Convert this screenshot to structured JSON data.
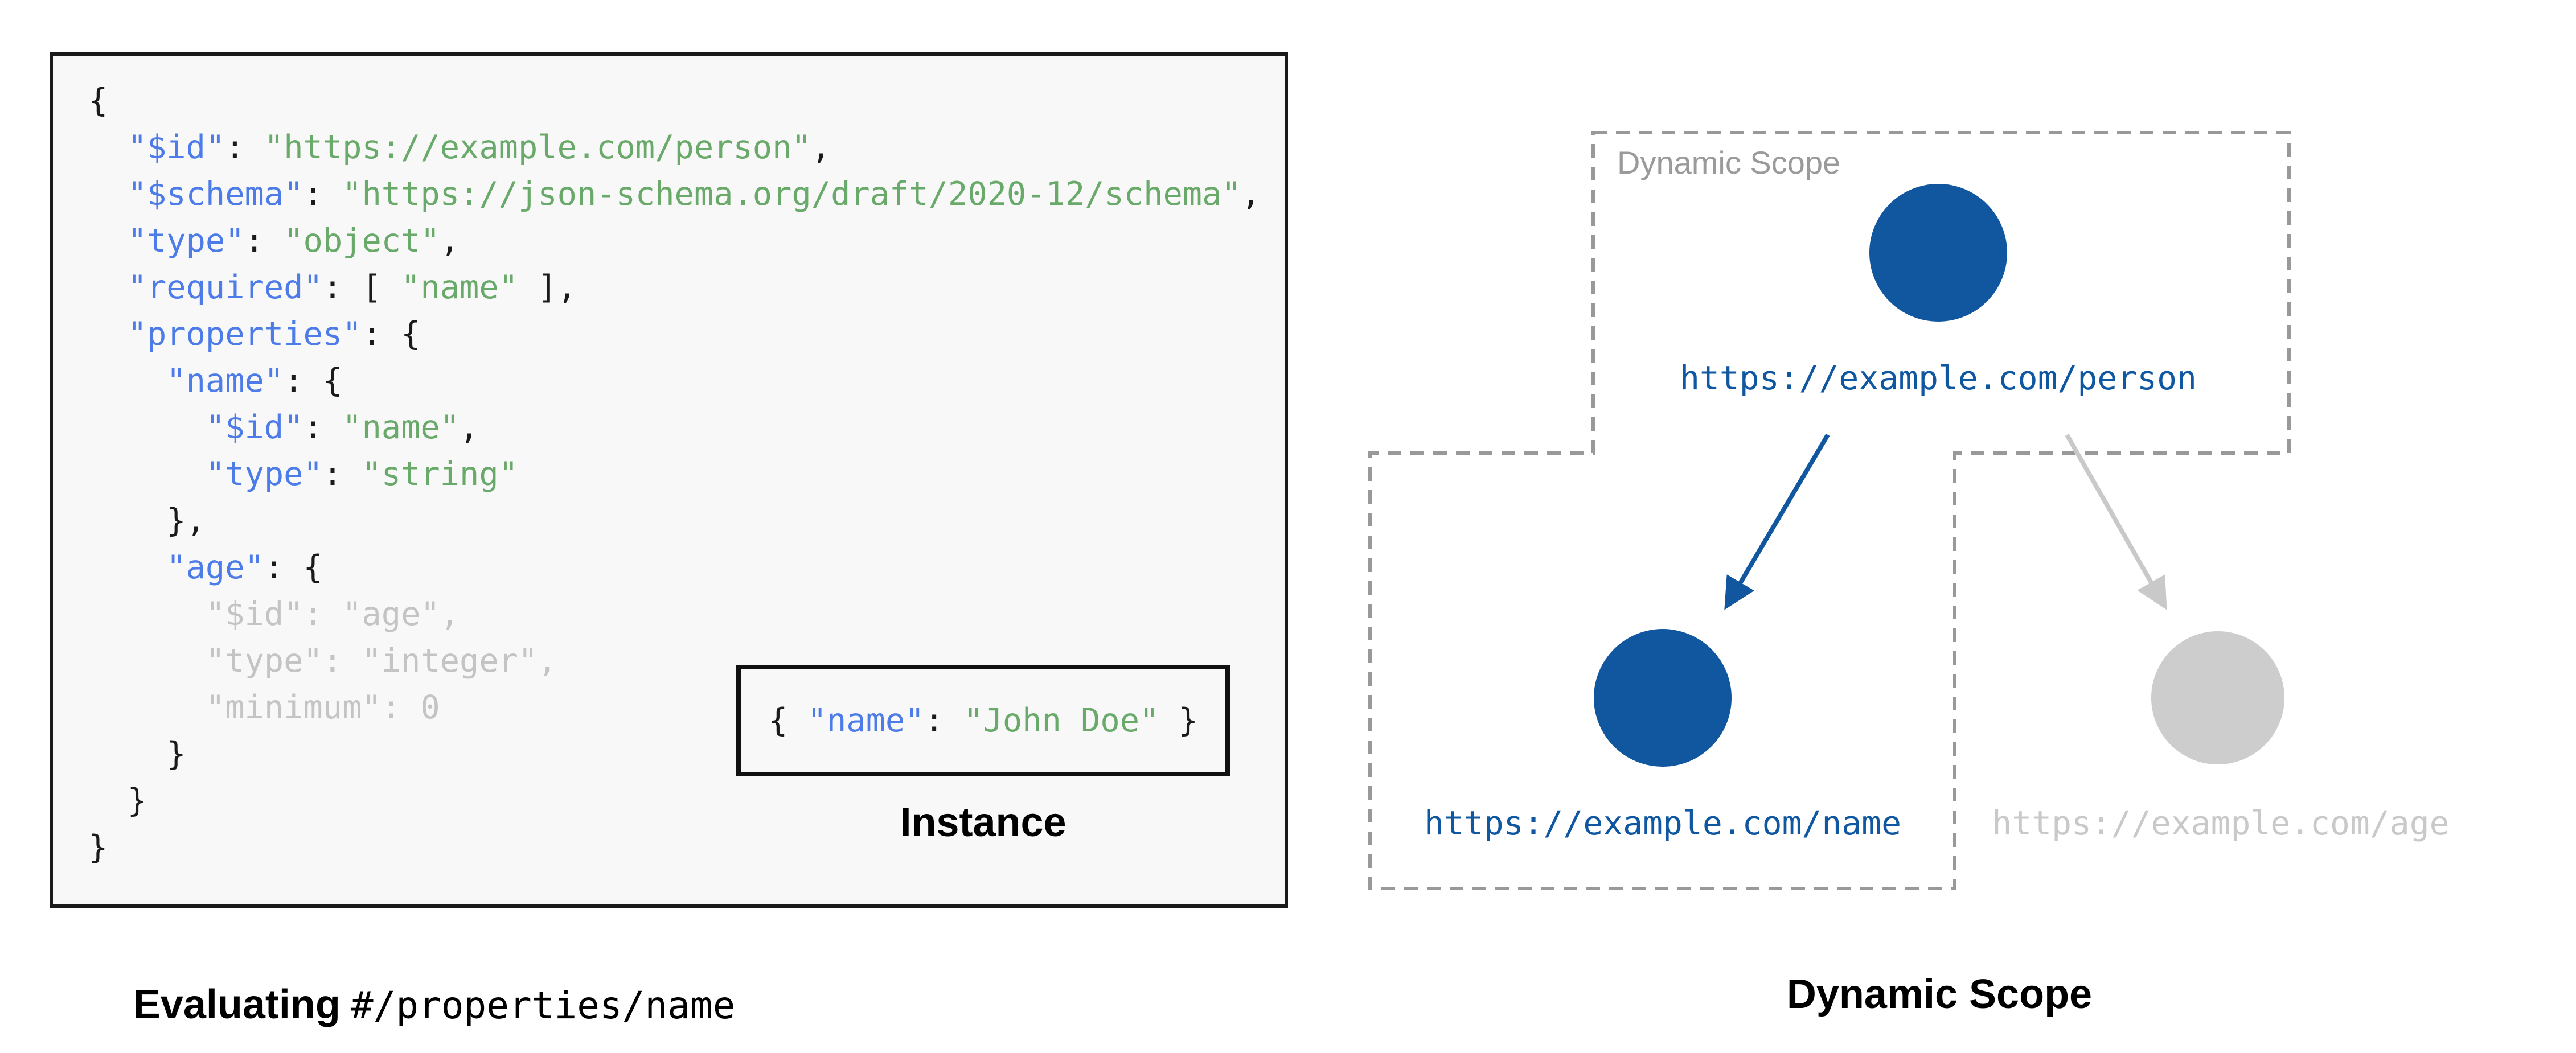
{
  "colors": {
    "page_bg": "#ffffff",
    "panel_bg": "#f8f8f8",
    "panel_border": "#1a1a1a",
    "code_punct": "#1a1a1a",
    "code_key_blue": "#4d7ce8",
    "code_string_green": "#69a969",
    "code_dim_gray": "#c4c4c4",
    "scope_dash_gray": "#999999",
    "scope_label_gray": "#9a9a9a",
    "node_blue": "#10579f",
    "link_blue": "#0f57a0",
    "node_gray": "#cdcdcd",
    "link_gray": "#c9c9c9",
    "caption_black": "#000000"
  },
  "schema_panel": {
    "lines": [
      {
        "dim": false,
        "seg": [
          [
            "p",
            "{"
          ]
        ]
      },
      {
        "dim": false,
        "seg": [
          [
            "p",
            "  "
          ],
          [
            "k",
            "\"$id\""
          ],
          [
            "p",
            ": "
          ],
          [
            "s",
            "\"https://example.com/person\""
          ],
          [
            "p",
            ","
          ]
        ]
      },
      {
        "dim": false,
        "seg": [
          [
            "p",
            "  "
          ],
          [
            "k",
            "\"$schema\""
          ],
          [
            "p",
            ": "
          ],
          [
            "s",
            "\"https://json-schema.org/draft/2020-12/schema\""
          ],
          [
            "p",
            ","
          ]
        ]
      },
      {
        "dim": false,
        "seg": [
          [
            "p",
            "  "
          ],
          [
            "k",
            "\"type\""
          ],
          [
            "p",
            ": "
          ],
          [
            "s",
            "\"object\""
          ],
          [
            "p",
            ","
          ]
        ]
      },
      {
        "dim": false,
        "seg": [
          [
            "p",
            "  "
          ],
          [
            "k",
            "\"required\""
          ],
          [
            "p",
            ": [ "
          ],
          [
            "s",
            "\"name\""
          ],
          [
            "p",
            " ],"
          ]
        ]
      },
      {
        "dim": false,
        "seg": [
          [
            "p",
            "  "
          ],
          [
            "k",
            "\"properties\""
          ],
          [
            "p",
            ": {"
          ]
        ]
      },
      {
        "dim": false,
        "seg": [
          [
            "p",
            "    "
          ],
          [
            "k",
            "\"name\""
          ],
          [
            "p",
            ": {"
          ]
        ]
      },
      {
        "dim": false,
        "seg": [
          [
            "p",
            "      "
          ],
          [
            "k",
            "\"$id\""
          ],
          [
            "p",
            ": "
          ],
          [
            "s",
            "\"name\""
          ],
          [
            "p",
            ","
          ]
        ]
      },
      {
        "dim": false,
        "seg": [
          [
            "p",
            "      "
          ],
          [
            "k",
            "\"type\""
          ],
          [
            "p",
            ": "
          ],
          [
            "s",
            "\"string\""
          ]
        ]
      },
      {
        "dim": false,
        "seg": [
          [
            "p",
            "    },"
          ]
        ]
      },
      {
        "dim": false,
        "seg": [
          [
            "p",
            "    "
          ],
          [
            "k",
            "\"age\""
          ],
          [
            "p",
            ": {"
          ]
        ]
      },
      {
        "dim": true,
        "seg": [
          [
            "p",
            "      \"$id\": \"age\","
          ]
        ]
      },
      {
        "dim": true,
        "seg": [
          [
            "p",
            "      \"type\": \"integer\","
          ]
        ]
      },
      {
        "dim": true,
        "seg": [
          [
            "p",
            "      \"minimum\": 0"
          ]
        ]
      },
      {
        "dim": false,
        "seg": [
          [
            "p",
            "    }"
          ]
        ]
      },
      {
        "dim": false,
        "seg": [
          [
            "p",
            "  }"
          ]
        ]
      },
      {
        "dim": false,
        "seg": [
          [
            "p",
            "}"
          ]
        ]
      }
    ]
  },
  "instance": {
    "tokens": [
      [
        "p",
        "{ "
      ],
      [
        "k",
        "\"name\""
      ],
      [
        "p",
        ": "
      ],
      [
        "s",
        "\"John Doe\""
      ],
      [
        "p",
        " }"
      ]
    ],
    "label": "Instance"
  },
  "captions": {
    "left_bold": "Evaluating",
    "left_mono": "#/properties/name",
    "right_bold": "Dynamic Scope"
  },
  "diagram": {
    "scope_label": "Dynamic Scope",
    "person_url": "https://example.com/person",
    "name_url": "https://example.com/name",
    "age_url": "https://example.com/age"
  }
}
